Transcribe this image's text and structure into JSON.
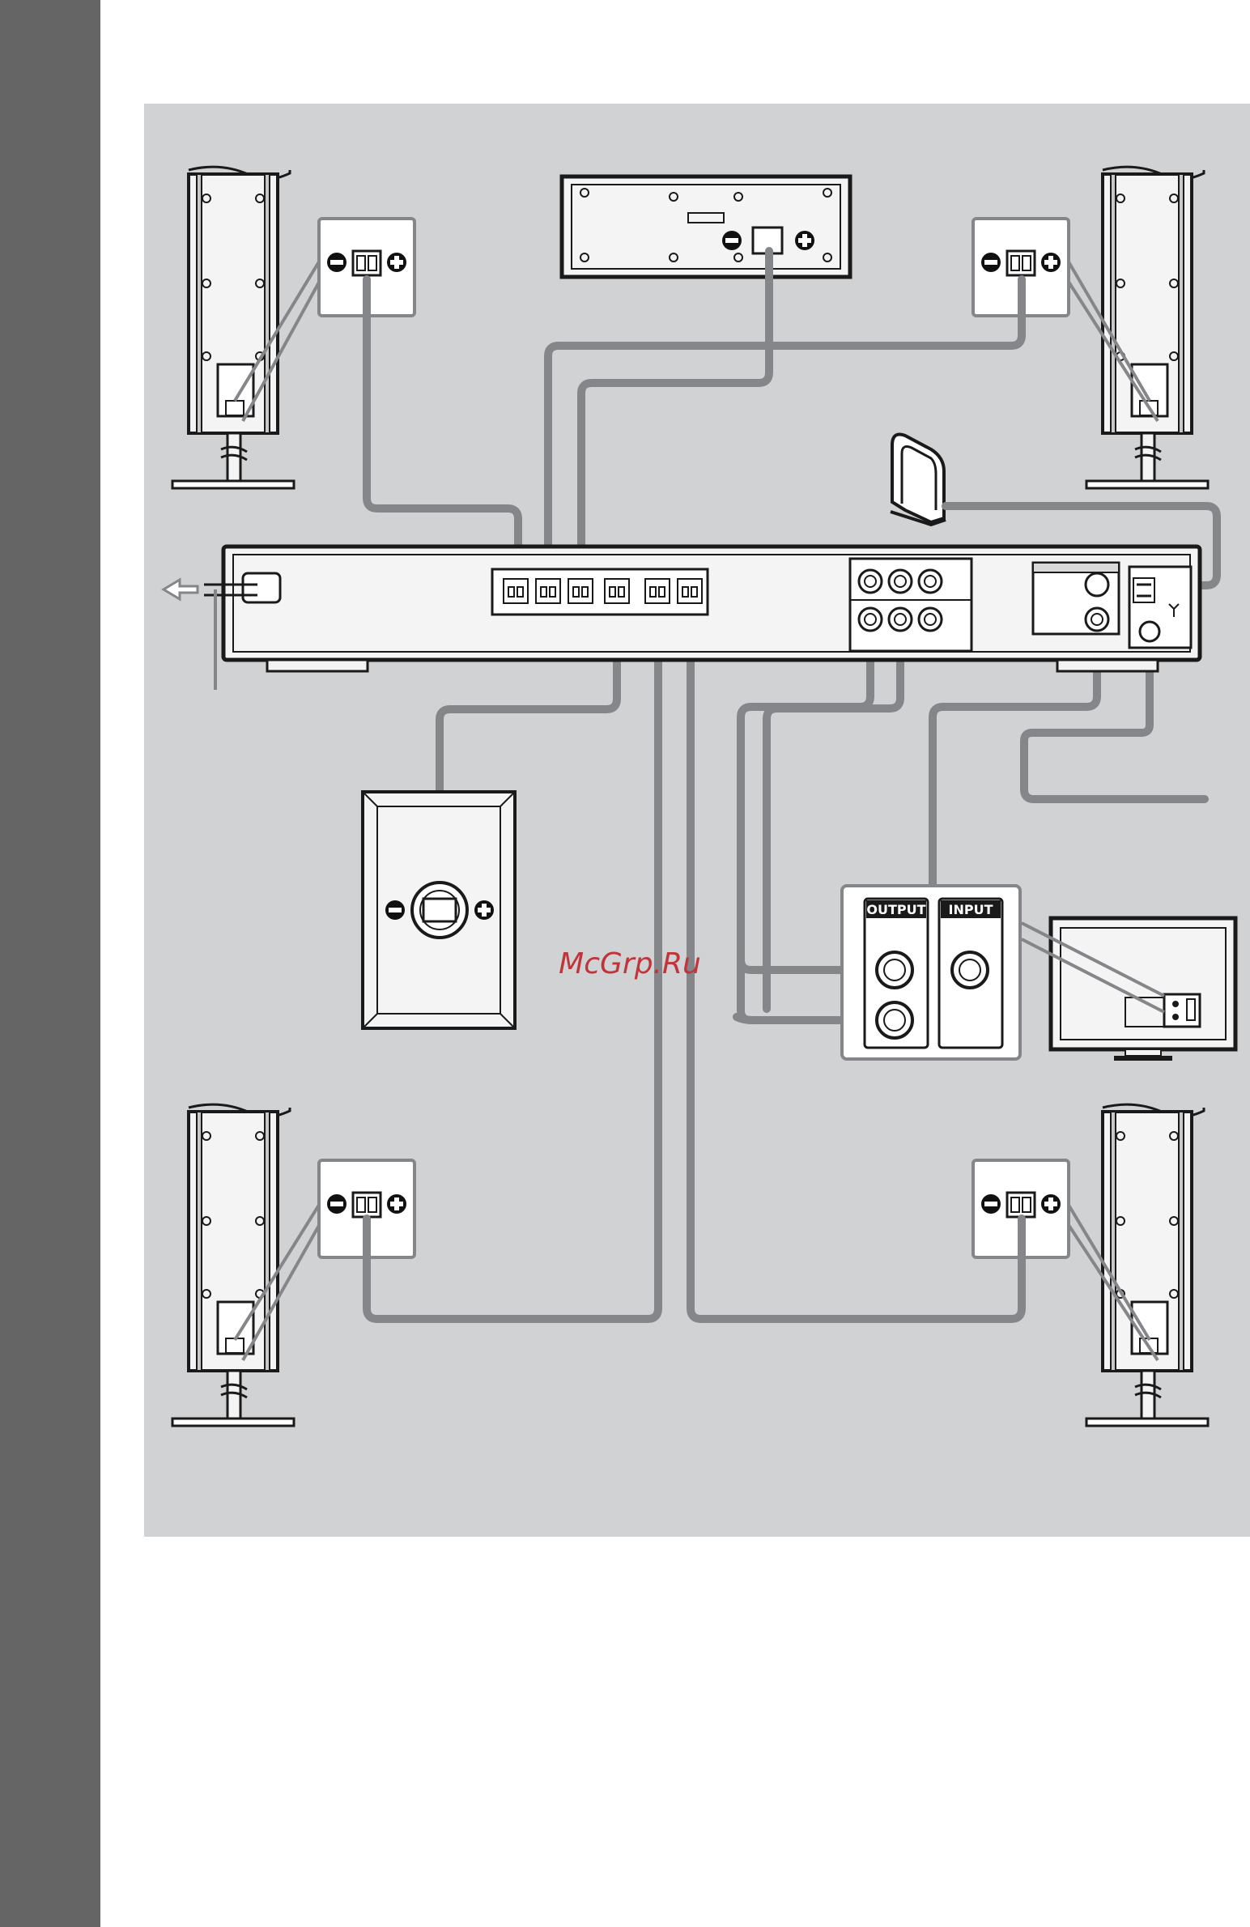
{
  "watermark": "McGrp.Ru",
  "tv_jacks": {
    "output_label": "OUTPUT",
    "input_label": "INPUT"
  },
  "icons": {
    "minus": "minus-icon",
    "plus": "plus-icon",
    "antenna": "antenna-icon",
    "plug_arrow": "plug-arrow-icon"
  },
  "colors": {
    "page_bar": "#656565",
    "panel_bg": "#d1d2d4",
    "cable": "#858689",
    "outline": "#1a1a1a",
    "watermark": "#c0343a"
  }
}
